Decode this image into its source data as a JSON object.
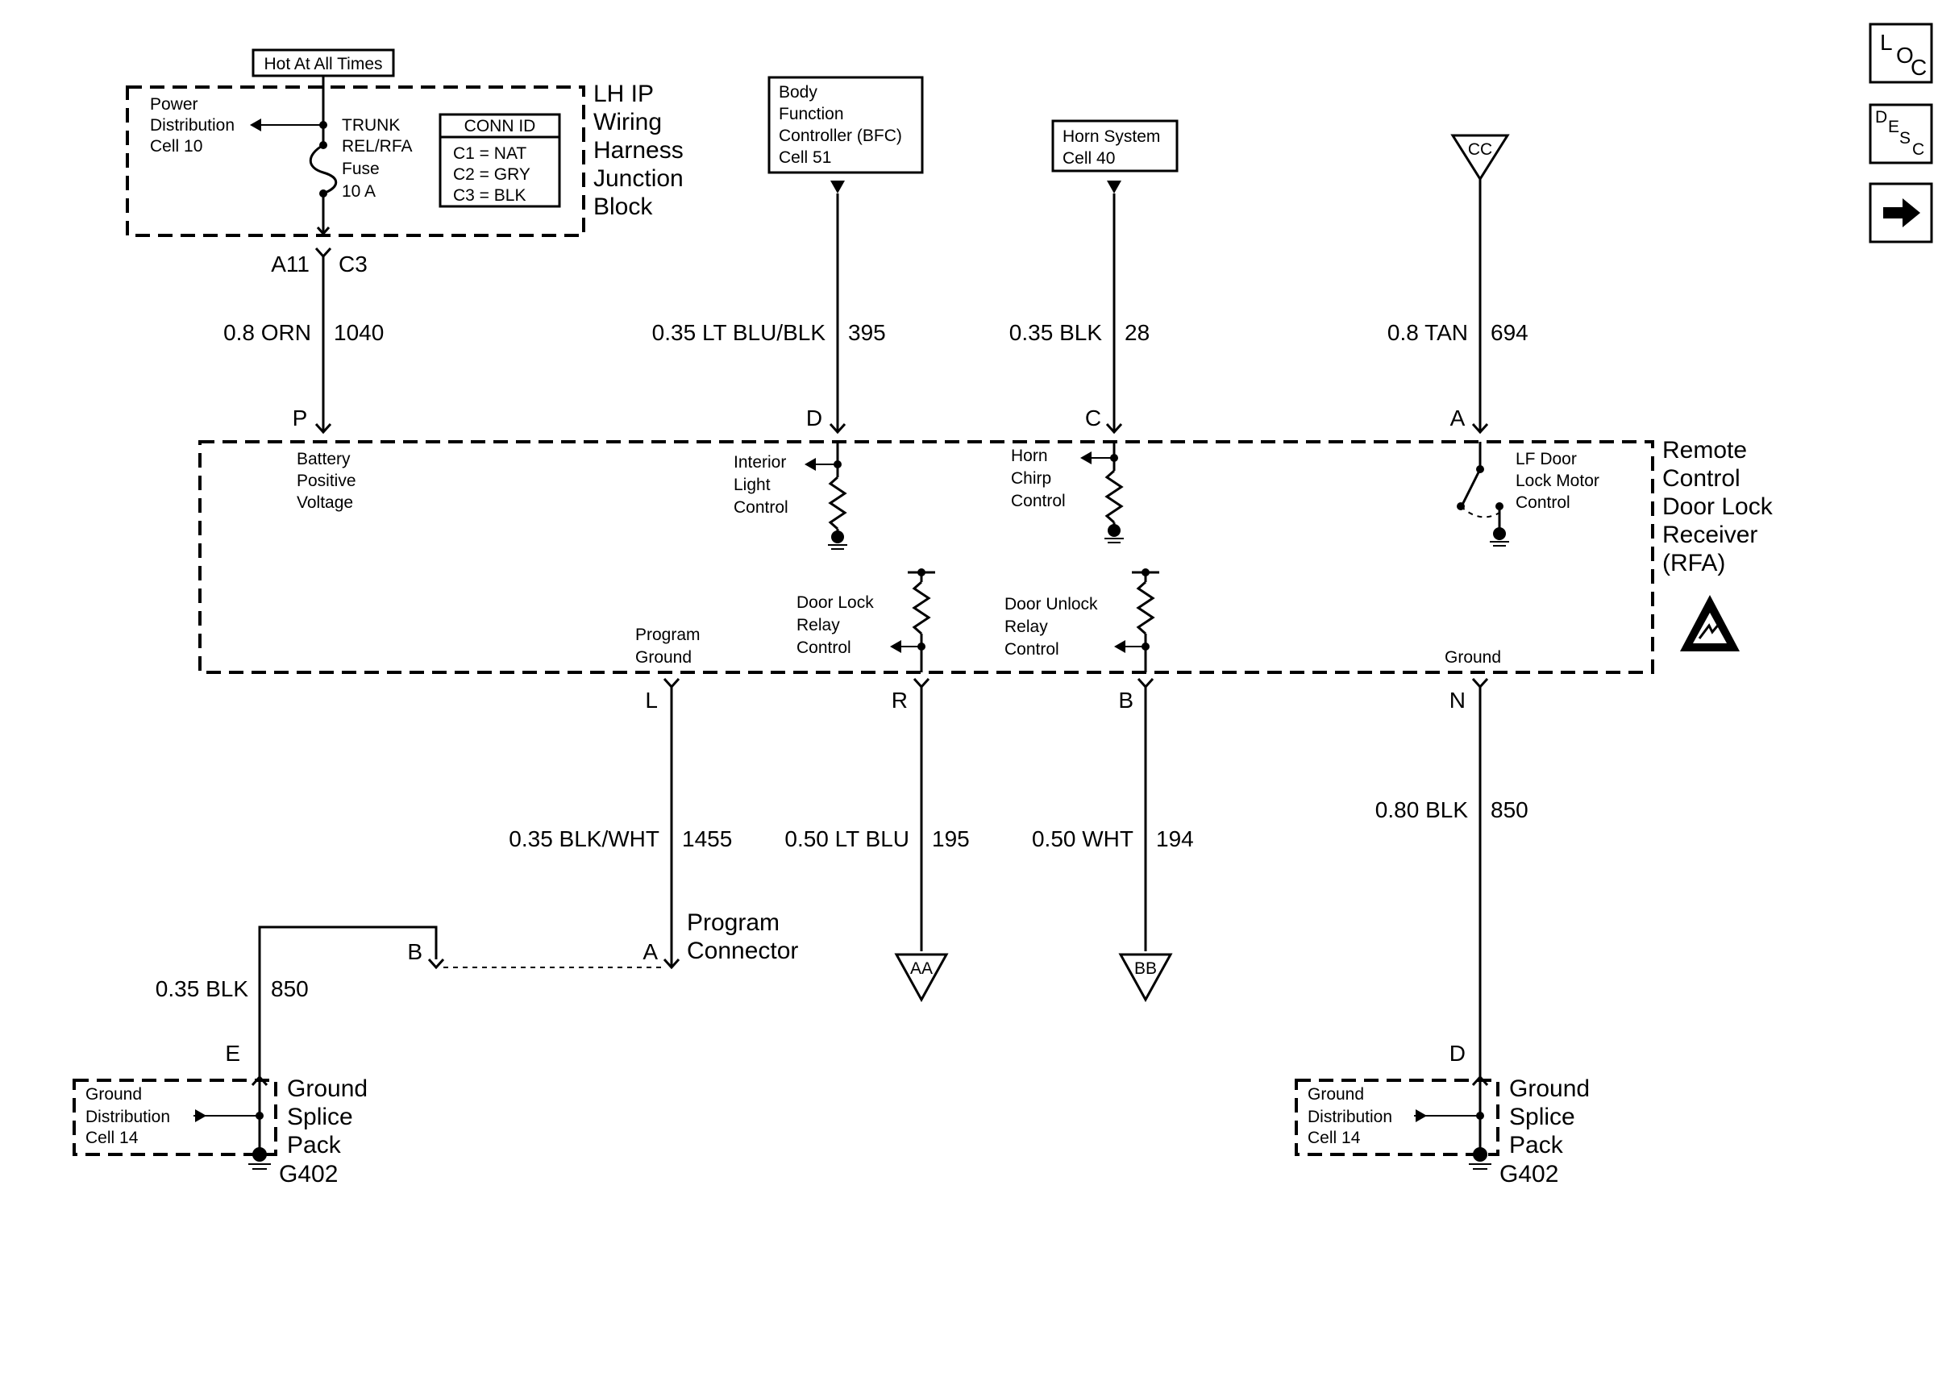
{
  "nav": {
    "loc": {
      "l": "L",
      "o": "O",
      "c": "C"
    },
    "desc": {
      "d": "D",
      "e": "E",
      "s": "S",
      "c": "C"
    },
    "next_icon": "arrow-right-icon"
  },
  "junction_block": {
    "hot_label": "Hot At All Times",
    "power_dist": [
      "Power",
      "Distribution",
      "Cell 10"
    ],
    "fuse": [
      "TRUNK",
      "REL/RFA",
      "Fuse",
      "10 A"
    ],
    "conn_id": {
      "title": "CONN ID",
      "rows": [
        "C1 = NAT",
        "C2 = GRY",
        "C3 = BLK"
      ]
    },
    "name": [
      "LH IP",
      "Wiring",
      "Harness",
      "Junction",
      "Block"
    ],
    "pin_a": "A11",
    "pin_c": "C3"
  },
  "bfc": [
    "Body",
    "Function",
    "Controller (BFC)",
    "Cell 51"
  ],
  "horn": [
    "Horn System",
    "Cell 40"
  ],
  "cc_label": "CC",
  "wires_top": [
    {
      "gauge": "0.8 ORN",
      "circuit": "1040",
      "pin": "P"
    },
    {
      "gauge": "0.35 LT BLU/BLK",
      "circuit": "395",
      "pin": "D"
    },
    {
      "gauge": "0.35 BLK",
      "circuit": "28",
      "pin": "C"
    },
    {
      "gauge": "0.8 TAN",
      "circuit": "694",
      "pin": "A"
    }
  ],
  "receiver": {
    "name": [
      "Remote",
      "Control",
      "Door Lock",
      "Receiver",
      "(RFA)"
    ],
    "battery": [
      "Battery",
      "Positive",
      "Voltage"
    ],
    "interior": [
      "Interior",
      "Light",
      "Control"
    ],
    "horn_chirp": [
      "Horn",
      "Chirp",
      "Control"
    ],
    "lf_door": [
      "LF Door",
      "Lock Motor",
      "Control"
    ],
    "door_lock": [
      "Door Lock",
      "Relay",
      "Control"
    ],
    "door_unlock": [
      "Door Unlock",
      "Relay",
      "Control"
    ],
    "program_ground": [
      "Program",
      "Ground"
    ],
    "ground": "Ground",
    "esd_icon": "esd-warning-icon"
  },
  "wires_bottom": [
    {
      "gauge": "0.35 BLK/WHT",
      "circuit": "1455",
      "pin": "L"
    },
    {
      "gauge": "0.50 LT BLU",
      "circuit": "195",
      "pin": "R"
    },
    {
      "gauge": "0.50 WHT",
      "circuit": "194",
      "pin": "B"
    },
    {
      "gauge": "0.80 BLK",
      "circuit": "850",
      "pin": "N"
    }
  ],
  "program_connector": {
    "name": [
      "Program",
      "Connector"
    ],
    "pin_a": "A",
    "pin_b": "B"
  },
  "offpage": {
    "aa": "AA",
    "bb": "BB"
  },
  "left_ground": {
    "wire_gauge": "0.35 BLK",
    "wire_circuit": "850",
    "pin": "E",
    "dist": [
      "Ground",
      "Distribution",
      "Cell 14"
    ],
    "name": [
      "Ground",
      "Splice",
      "Pack"
    ],
    "gnd": "G402"
  },
  "right_ground": {
    "pin": "D",
    "dist": [
      "Ground",
      "Distribution",
      "Cell 14"
    ],
    "name": [
      "Ground",
      "Splice",
      "Pack"
    ],
    "gnd": "G402"
  }
}
